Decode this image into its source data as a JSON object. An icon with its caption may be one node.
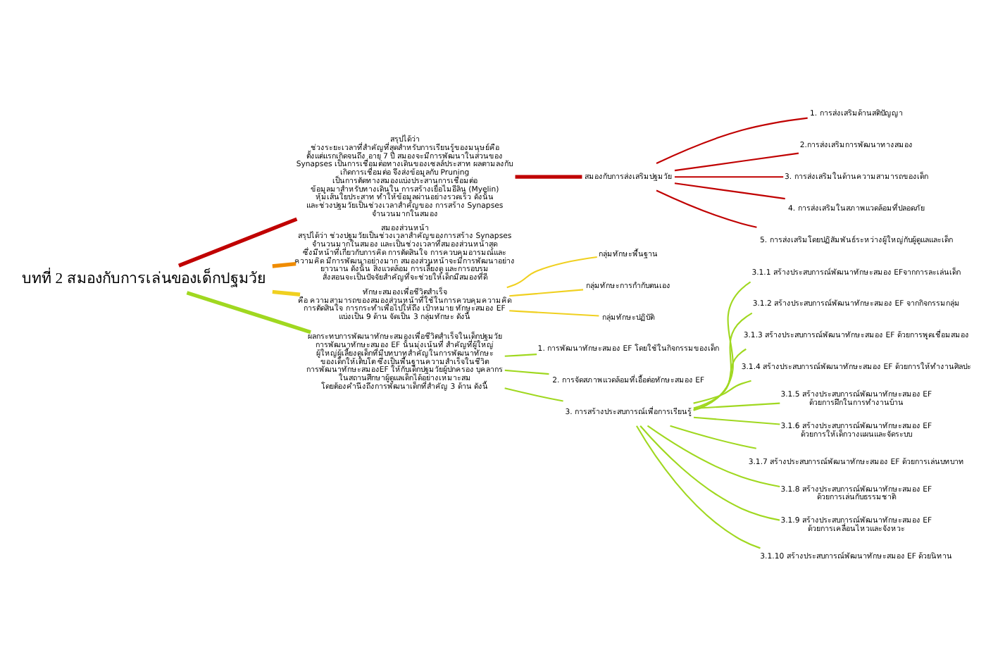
{
  "diagram": {
    "nodes": [
      {
        "text": [
          "บทที่ 2 สมองกับการเล่นของเด็กปฐมวัย"
        ]
      },
      {
        "text": [
          "สรุปได้ว่า ช่วงระยะเวลาที่สำคัญที่สุดสำหรับการเรียนรู้ของมนุษย์คือ ตั้งแต่แรกเกิดจนถึง อายุ 7 ปี สมองจะมีการพัฒนาในส่วนของ Synapses เป็นการเชื่อมต่อทางเดินของเซลล์ประสาท ผลตามลงกับ เกิดการเชื่อมต่อ จึงส่งข้อมูลกับ Pruning เป็นการตัดทางสมองแบ่งประสานการเชื่อมต่อ ข้อมูลมาสำหรับทางเดินใน การสร้างเยื่อไมอีลิน (Myelin) หุ้มเส้นใยประสาท ทำให้ข้อมูลผ่านอย่างรวดเร็ว ดังนั้น และช่วงปฐมวัยเป็นช่วงเวลาสำคัญของ การสร้าง Synapses จำนวนมากในสมอง"
        ]
      },
      {
        "text": [
          "สมองกับการส่งเสริมปฐมวัย"
        ]
      },
      {
        "text": [
          "1. การส่งเสริมด้านสติปัญญา"
        ]
      },
      {
        "text": [
          "2.การส่งเสริมการพัฒนาทางสมอง"
        ]
      },
      {
        "text": [
          "3. การส่งเสริมในด้านความสามารถของเด็ก"
        ]
      },
      {
        "text": [
          "4. การส่งเสริมในสภาพแวดล้อมที่ปลอดภัย"
        ]
      },
      {
        "text": [
          "5. การส่งเสริมโดยปฏิสัมพันธ์ระหว่างผู้ใหญ่กับผู้ดูแลและเด็ก"
        ]
      },
      {
        "text": [
          "สมองส่วนหน้า",
          "สรุปได้ว่า ช่วงปฐมวัยเป็นช่วงเวลาสำคัญของการสร้าง Synapses จำนวนมากในสมอง และเป็นช่วงเวลาที่สมองส่วนหน้าสุด ซึ่งมีหน้าที่เกี่ยวกับการคิด การตัดสินใจ การควบคุมอารมณ์และ ความคิด มีการพัฒนาอย่างมาก สมองส่วนหน้าจะมีการพัฒนาอย่าง ยาวนาน ดังนั้น สิ่งแวดล้อม การเลี้ยงดู และการอบรม สั่งสอนจะเป็นปัจจัยสำคัญที่จะช่วยให้เด็กมีสมองที่ดี"
        ]
      },
      {
        "text": [
          "ทักษะสมองเพื่อชีวิตสำเร็จ",
          "คือ ความสามารถของสมองส่วนหน้าที่ใช้ในการควบคุมความคิด การตัดสินใจ การกระทำเพื่อไปให้ถึง เป้าหมาย ทักษะสมอง EF แบ่งเป็น 9 ด้าน จัดเป็น 3 กลุ่มทักษะ ดังนี้"
        ]
      },
      {
        "text": [
          "กลุ่มทักษะพื้นฐาน"
        ]
      },
      {
        "text": [
          "กลุ่มทักษะการกำกับตนเอง"
        ]
      },
      {
        "text": [
          "กลุ่มทักษะปฏิบัติ"
        ]
      },
      {
        "text": [
          "ผลกระทบการพัฒนาทักษะสมองเพื่อชีวิตสำเร็จในเด็กปฐมวัย การพัฒนาทักษะสมอง EF นั้นมุ่งเน้นที่ สำคัญที่ผู้ใหญ่ ผู้ใหญ่ผู้เลี้ยงดูเด็กที่มีบทบาทสำคัญในการพัฒนาทักษะ ของเด็กให้เติบโต ซึ่งเป็นพื้นฐานความสำเร็จในชีวิต การพัฒนาทักษะสมองEF ให้กับเด็กปฐมวัยผู้ปกครอง บุคลากร ในสถานศึกษาผู้ดูแลเด็กได้อย่างเหมาะสม โดยต้องคำนึงถึงการพัฒนาเด็กที่สำคัญ 3 ด้าน ดังนี้"
        ]
      },
      {
        "text": [
          "1. การพัฒนาทักษะสมอง EF โดยใช้ในกิจกรรมของเด็ก"
        ]
      },
      {
        "text": [
          "2. การจัดสภาพแวดล้อมที่เอื้อต่อทักษะสมอง EF"
        ]
      },
      {
        "text": [
          "3. การสร้างประสบการณ์เพื่อการเรียนรู้"
        ]
      },
      {
        "text": [
          "3.1.1 สร้างประสบการณ์พัฒนาทักษะสมอง EFจากการละเล่นเด็ก"
        ]
      },
      {
        "text": [
          "3.1.2 สร้างประสบการณ์พัฒนาทักษะสมอง EF จากกิจกรรมกลุ่ม"
        ]
      },
      {
        "text": [
          "3.1.3 สร้างประสบการณ์พัฒนาทักษะสมอง EF ด้วยการพูดเชื่อมสมอง"
        ]
      },
      {
        "text": [
          "3.1.4 สร้างประสบการณ์พัฒนาทักษะสมอง EF ด้วยการให้ทำงานศิลปะ"
        ]
      },
      {
        "text": [
          "3.1.5 สร้างประสบการณ์พัฒนาทักษะสมอง EF ด้วยการฝึกในการทำงานบ้าน"
        ]
      },
      {
        "text": [
          "3.1.6 สร้างประสบการณ์พัฒนาทักษะสมอง EF ด้วยการให้เด็กวางแผนและจัดระบบ"
        ]
      },
      {
        "text": [
          "3.1.7 สร้างประสบการณ์พัฒนาทักษะสมอง EF ด้วยการเล่นบทบาท"
        ]
      },
      {
        "text": [
          "3.1.8 สร้างประสบการณ์พัฒนาทักษะสมอง EF ด้วยการเล่นกับธรรมชาติ"
        ]
      },
      {
        "text": [
          "3.1.9 สร้างประสบการณ์พัฒนาทักษะสมอง EF ด้วยการเคลื่อนไหวและจังหวะ"
        ]
      },
      {
        "text": [
          "3.1.10 สร้างประสบการณ์พัฒนาทักษะสมอง EF ด้วยนิทาน"
        ]
      }
    ],
    "edges": [
      {
        "from": 0,
        "to": 1,
        "arrow": "none",
        "style": "thick",
        "color": "#c00000"
      },
      {
        "from": 1,
        "to": 2,
        "arrow": "none",
        "style": "thick",
        "color": "#c00000"
      },
      {
        "from": 2,
        "to": 3,
        "arrow": "none",
        "color": "#c00000"
      },
      {
        "from": 2,
        "to": 4,
        "arrow": "none",
        "color": "#c00000"
      },
      {
        "from": 2,
        "to": 5,
        "arrow": "none",
        "color": "#c00000"
      },
      {
        "from": 2,
        "to": 6,
        "arrow": "none",
        "color": "#c00000"
      },
      {
        "from": 2,
        "to": 7,
        "arrow": "none",
        "color": "#c00000"
      },
      {
        "from": 0,
        "to": 8,
        "arrow": "none",
        "style": "thick",
        "color": "#f08c00"
      },
      {
        "from": 0,
        "to": 9,
        "arrow": "none",
        "style": "thick",
        "color": "#f0d020"
      },
      {
        "from": 9,
        "to": 10,
        "arrow": "none",
        "color": "#f0d020"
      },
      {
        "from": 9,
        "to": 11,
        "arrow": "none",
        "color": "#f0d020"
      },
      {
        "from": 9,
        "to": 12,
        "arrow": "none",
        "color": "#f0d020"
      },
      {
        "from": 0,
        "to": 13,
        "arrow": "none",
        "style": "thick"
      },
      {
        "from": 13,
        "to": 14,
        "arrow": "none"
      },
      {
        "from": 13,
        "to": 15,
        "arrow": "none"
      },
      {
        "from": 13,
        "to": 16,
        "arrow": "none"
      },
      {
        "from": 16,
        "to": 17,
        "arrow": "none"
      },
      {
        "from": 16,
        "to": 18,
        "arrow": "none"
      },
      {
        "from": 16,
        "to": 19,
        "arrow": "none"
      },
      {
        "from": 16,
        "to": 20,
        "arrow": "none"
      },
      {
        "from": 16,
        "to": 21,
        "arrow": "none"
      },
      {
        "from": 16,
        "to": 22,
        "arrow": "none"
      },
      {
        "from": 16,
        "to": 23,
        "arrow": "none"
      },
      {
        "from": 16,
        "to": 24,
        "arrow": "none"
      },
      {
        "from": 16,
        "to": 25,
        "arrow": "none"
      },
      {
        "from": 16,
        "to": 26,
        "arrow": "none"
      }
    ]
  }
}
